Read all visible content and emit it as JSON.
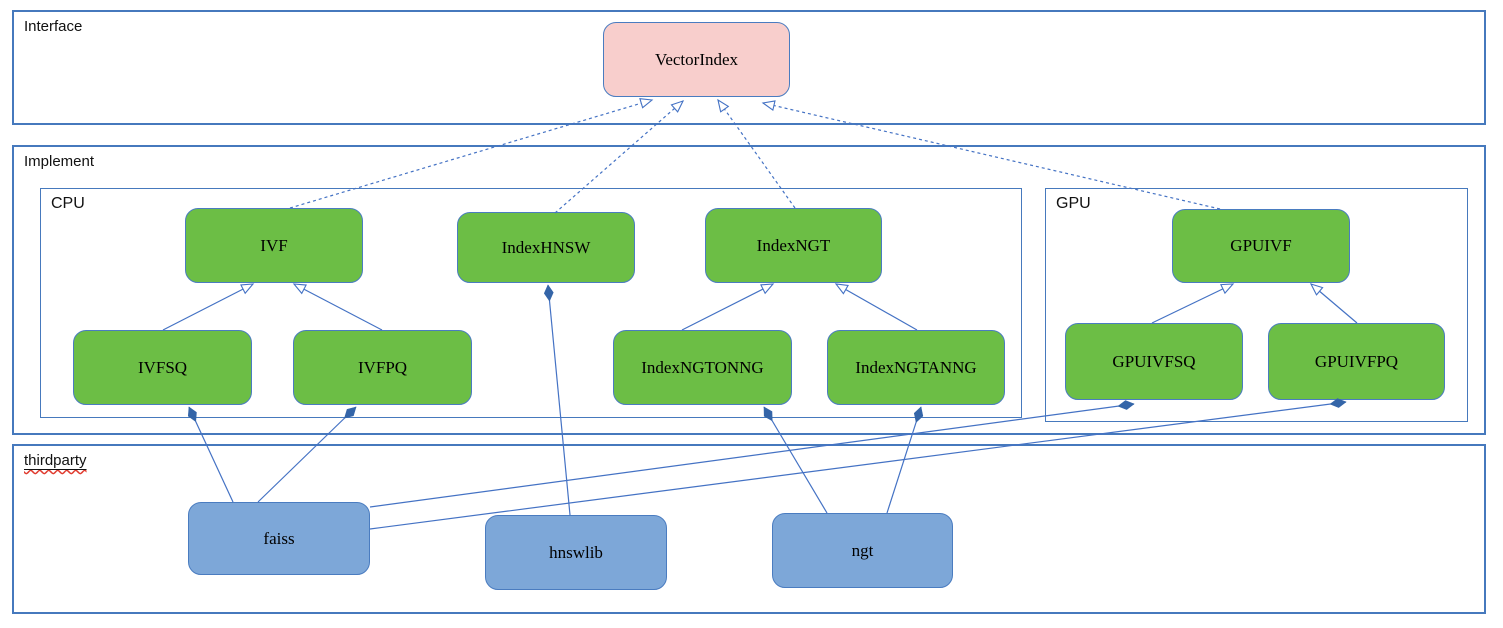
{
  "diagram": {
    "kind": "uml-class-diagram",
    "sections": {
      "interface": {
        "label": "Interface"
      },
      "implement": {
        "label": "Implement"
      },
      "cpu": {
        "label": "CPU"
      },
      "gpu": {
        "label": "GPU"
      },
      "thirdparty": {
        "label": "thirdparty"
      }
    },
    "nodes": {
      "vectorindex": {
        "label": "VectorIndex",
        "role": "interface"
      },
      "ivf": {
        "label": "IVF",
        "role": "cpu-class"
      },
      "indexhnsw": {
        "label": "IndexHNSW",
        "role": "cpu-class"
      },
      "indexngt": {
        "label": "IndexNGT",
        "role": "cpu-class"
      },
      "ivfsq": {
        "label": "IVFSQ",
        "role": "cpu-class"
      },
      "ivfpq": {
        "label": "IVFPQ",
        "role": "cpu-class"
      },
      "indexngtonng": {
        "label": "IndexNGTONNG",
        "role": "cpu-class"
      },
      "indexngtanng": {
        "label": "IndexNGTANNG",
        "role": "cpu-class"
      },
      "gpuivf": {
        "label": "GPUIVF",
        "role": "gpu-class"
      },
      "gpuivfsq": {
        "label": "GPUIVFSQ",
        "role": "gpu-class"
      },
      "gpuivfpq": {
        "label": "GPUIVFPQ",
        "role": "gpu-class"
      },
      "faiss": {
        "label": "faiss",
        "role": "thirdparty-lib"
      },
      "hnswlib": {
        "label": "hnswlib",
        "role": "thirdparty-lib"
      },
      "ngt": {
        "label": "ngt",
        "role": "thirdparty-lib"
      }
    },
    "edges": [
      {
        "from": "IVF",
        "to": "VectorIndex",
        "type": "realization"
      },
      {
        "from": "IndexHNSW",
        "to": "VectorIndex",
        "type": "realization"
      },
      {
        "from": "IndexNGT",
        "to": "VectorIndex",
        "type": "realization"
      },
      {
        "from": "GPUIVF",
        "to": "VectorIndex",
        "type": "realization"
      },
      {
        "from": "IVFSQ",
        "to": "IVF",
        "type": "generalization"
      },
      {
        "from": "IVFPQ",
        "to": "IVF",
        "type": "generalization"
      },
      {
        "from": "IndexNGTONNG",
        "to": "IndexNGT",
        "type": "generalization"
      },
      {
        "from": "IndexNGTANNG",
        "to": "IndexNGT",
        "type": "generalization"
      },
      {
        "from": "GPUIVFSQ",
        "to": "GPUIVF",
        "type": "generalization"
      },
      {
        "from": "GPUIVFPQ",
        "to": "GPUIVF",
        "type": "generalization"
      },
      {
        "from": "faiss",
        "to": "IVFSQ",
        "type": "composition"
      },
      {
        "from": "faiss",
        "to": "IVFPQ",
        "type": "composition"
      },
      {
        "from": "faiss",
        "to": "GPUIVFSQ",
        "type": "composition"
      },
      {
        "from": "faiss",
        "to": "GPUIVFPQ",
        "type": "composition"
      },
      {
        "from": "hnswlib",
        "to": "IndexHNSW",
        "type": "composition"
      },
      {
        "from": "ngt",
        "to": "IndexNGTONNG",
        "type": "composition"
      },
      {
        "from": "ngt",
        "to": "IndexNGTANNG",
        "type": "composition"
      }
    ],
    "colors": {
      "interface_fill": "#f8cecc",
      "class_fill": "#6cbe45",
      "thirdparty_fill": "#7da7d8",
      "connector_blue": "#4472c4",
      "diamond_fill": "#3465a8",
      "container_border": "#4679bd"
    }
  }
}
